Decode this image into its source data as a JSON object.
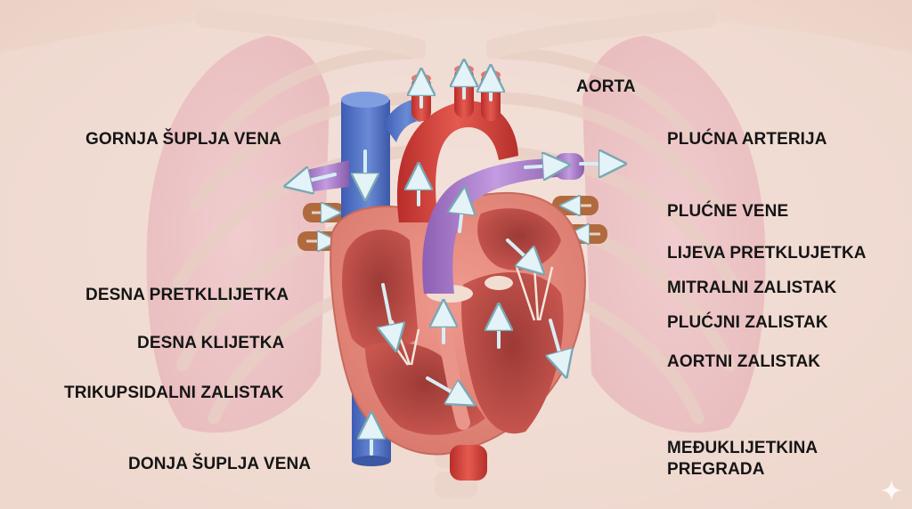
{
  "labels": {
    "aorta": "AORTA",
    "plucna_arterija": "PLUĆNA ARTERIJA",
    "plucne_vene": "PLUĆNE VENE",
    "lijeva_pretklijetka": "LIJEVA PRETKLUJETKA",
    "mitralni_zalistak": "MITRALNI ZALISTAK",
    "plucni_zalistak": "PLUĆJNI ZALISTAK",
    "aortni_zalistak": "AORTNI ZALISTAK",
    "meduklijetkina_line1": "MEĐUKLIJETKINA",
    "meduklijetkina_line2": "PREGRADA",
    "gornja_supljja_vena": "GORNJA ŠUPLJA VENA",
    "desna_pretklijetka": "DESNA PRETKLLIJETKA",
    "desna_klijetka": "DESNA KLIJETKA",
    "trikupsidalni_zalistak": "TRIKUPSIDALNI ZALISTAK",
    "donja_supljja_vena": "DONJA ŠUPLJA VENA"
  },
  "colors": {
    "background": "#f3e3dc",
    "vein_blue": "#4f6fc4",
    "artery_red": "#d8403a",
    "pulmonary_purple": "#a779c6",
    "pulmonary_vein_brown": "#b06a3e",
    "myocardium": "#e0877c",
    "chamber": "#c9574f",
    "flow_arrow": "#d6eef4"
  },
  "icons": [
    "sparkle-icon"
  ]
}
